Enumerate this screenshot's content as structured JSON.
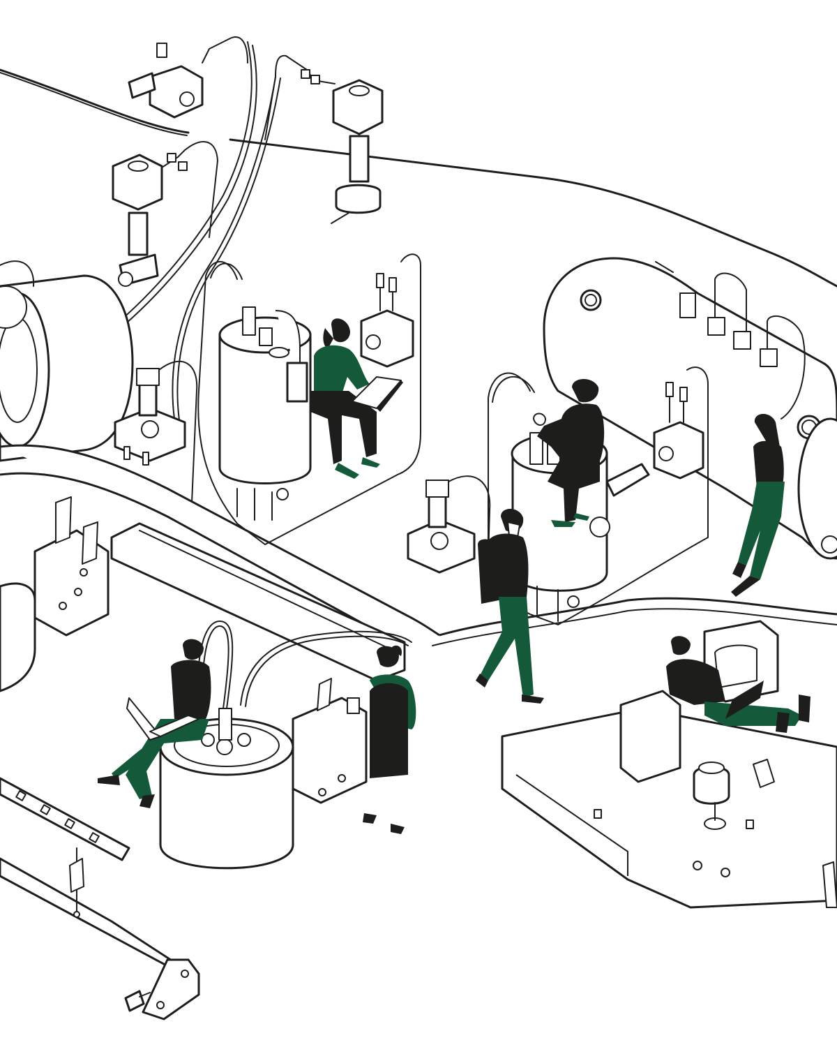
{
  "palette": {
    "ink": "#1d1d1b",
    "accent_green": "#145a3a",
    "background": "#ffffff",
    "skin": "#ffffff"
  },
  "scene": {
    "people": [
      {
        "id": "woman-laptop-boiler",
        "pose": "sitting",
        "holding": "laptop"
      },
      {
        "id": "man-sitting-boiler",
        "pose": "sitting",
        "holding": "part"
      },
      {
        "id": "man-walking-backpack",
        "pose": "walking",
        "holding": "phone"
      },
      {
        "id": "woman-leaning-phone",
        "pose": "leaning",
        "holding": "phone"
      },
      {
        "id": "man-laptop-left",
        "pose": "sitting",
        "holding": "laptop"
      },
      {
        "id": "woman-bag-coffee",
        "pose": "standing",
        "holding": "cup"
      },
      {
        "id": "man-lying-laptop",
        "pose": "reclining",
        "holding": "laptop"
      }
    ],
    "machine_parts": [
      "solenoid-valve-top-left",
      "solenoid-valve-top-center",
      "solenoid-valve-left",
      "boiler-center",
      "boiler-right",
      "boiler-bottom",
      "water-tank-right",
      "pump-motor-left",
      "pressure-switch-center",
      "pressure-switch-left",
      "control-board-right",
      "mounting-bracket-bottom"
    ]
  }
}
